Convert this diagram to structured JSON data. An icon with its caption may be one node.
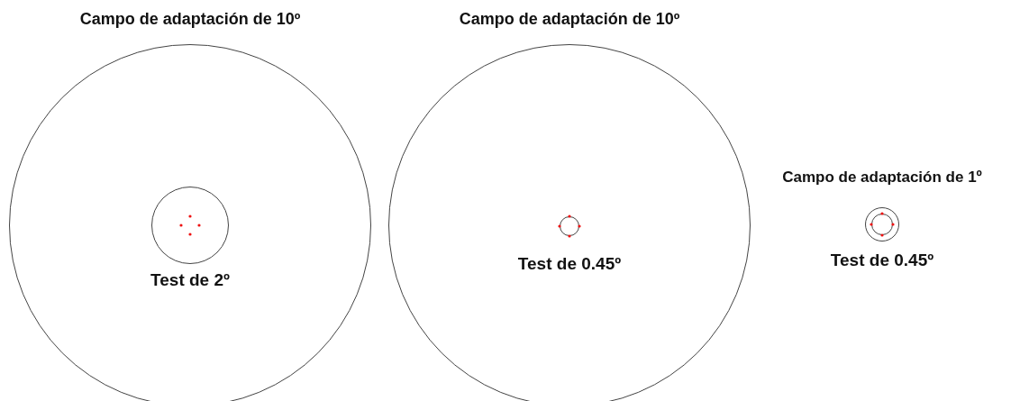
{
  "diagram": {
    "nodes": [
      {
        "text": [
          "Campo de adaptación de 10º"
        ]
      },
      {
        "text": [
          "Test de 2º"
        ],
        "in": 0
      },
      {
        "text": [
          "Campo de adaptación de 10º"
        ]
      },
      {
        "text": [
          "Test de 0.45º"
        ],
        "in": 2
      },
      {
        "text": [
          "Campo de adaptación de 1º"
        ]
      },
      {
        "text": [
          "Test de 0.45º"
        ],
        "in": 4
      }
    ]
  }
}
